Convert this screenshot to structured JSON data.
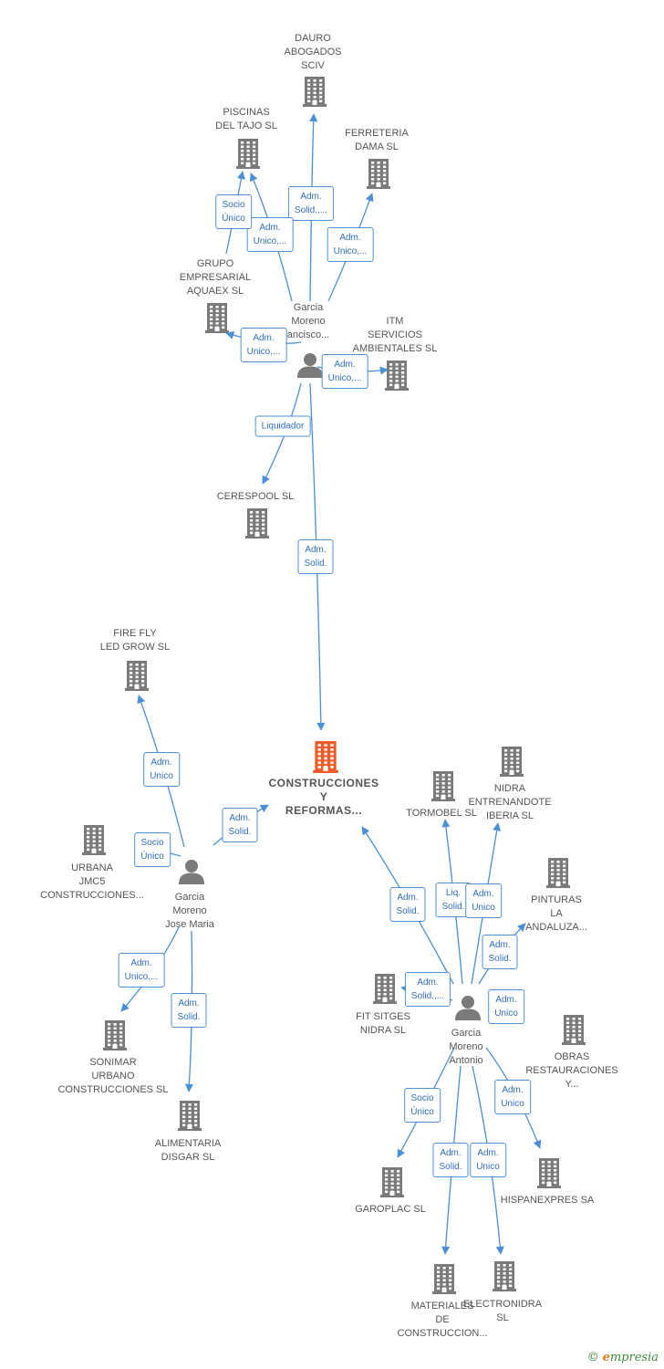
{
  "colors": {
    "edge": "#4a90d9",
    "company": "#7a7a7a",
    "focus": "#f05a28",
    "person": "#7a7a7a"
  },
  "nodes": [
    {
      "id": "dauro",
      "type": "company",
      "label": "DAURO\nABOGADOS\nSCIV"
    },
    {
      "id": "piscinas",
      "type": "company",
      "label": "PISCINAS\nDEL TAJO  SL"
    },
    {
      "id": "ferreteria",
      "type": "company",
      "label": "FERRETERIA\nDAMA  SL"
    },
    {
      "id": "aquaex",
      "type": "company",
      "label": "GRUPO\nEMPRESARIAL\nAQUAEX  SL"
    },
    {
      "id": "garcia_fr",
      "type": "person",
      "label": "Garcia\nMoreno\nancisco..."
    },
    {
      "id": "itm",
      "type": "company",
      "label": "ITM\nSERVICIOS\nAMBIENTALES SL"
    },
    {
      "id": "cerespool",
      "type": "company",
      "label": "CERESPOOL SL"
    },
    {
      "id": "firefly",
      "type": "company",
      "label": "FIRE FLY\nLED GROW  SL"
    },
    {
      "id": "construcciones",
      "type": "focus",
      "label": "CONSTRUCCIONES\nY\nREFORMAS..."
    },
    {
      "id": "urbana",
      "type": "company",
      "label": "URBANA\nJMC5\nCONSTRUCCIONES..."
    },
    {
      "id": "garcia_jm",
      "type": "person",
      "label": "Garcia\nMoreno\nJose Maria"
    },
    {
      "id": "sonimar",
      "type": "company",
      "label": "SONIMAR\nURBANO\nCONSTRUCCIONES SL"
    },
    {
      "id": "alimentaria",
      "type": "company",
      "label": "ALIMENTARIA\nDISGAR  SL"
    },
    {
      "id": "tormobel",
      "type": "company",
      "label": "TORMOBEL  SL"
    },
    {
      "id": "nidra_ib",
      "type": "company",
      "label": "NIDRA\nENTRENANDOTE\nIBERIA  SL"
    },
    {
      "id": "pinturas",
      "type": "company",
      "label": "PINTURAS\nLA\nANDALUZA..."
    },
    {
      "id": "fit",
      "type": "company",
      "label": "FIT SITGES\nNIDRA  SL"
    },
    {
      "id": "garcia_an",
      "type": "person",
      "label": "Garcia\nMoreno\nAntonio"
    },
    {
      "id": "obras",
      "type": "company",
      "label": "OBRAS\nRESTAURACIONES\nY..."
    },
    {
      "id": "garoplac",
      "type": "company",
      "label": "GAROPLAC SL"
    },
    {
      "id": "hispanexpres",
      "type": "company",
      "label": "HISPANEXPRES SA"
    },
    {
      "id": "materiales",
      "type": "company",
      "label": "MATERIALES\nDE\nCONSTRUCCION..."
    },
    {
      "id": "electronidra",
      "type": "company",
      "label": "ELECTRONIDRA\nSL"
    }
  ],
  "edges": [
    {
      "from": "garcia_fr",
      "to": "dauro",
      "label": "Adm.\nSolid.,..."
    },
    {
      "from": "garcia_fr",
      "to": "piscinas",
      "label": "Adm.\nUnico,..."
    },
    {
      "from": "aquaex",
      "to": "piscinas",
      "label": "Socio\nÚnico"
    },
    {
      "from": "garcia_fr",
      "to": "ferreteria",
      "label": "Adm.\nUnico,..."
    },
    {
      "from": "garcia_fr",
      "to": "aquaex",
      "label": "Adm.\nUnico,..."
    },
    {
      "from": "garcia_fr",
      "to": "itm",
      "label": "Adm.\nUnico,..."
    },
    {
      "from": "garcia_fr",
      "to": "cerespool",
      "label": "Liquidador"
    },
    {
      "from": "garcia_fr",
      "to": "construcciones",
      "label": "Adm.\nSolid."
    },
    {
      "from": "garcia_jm",
      "to": "firefly",
      "label": "Adm.\nUnico"
    },
    {
      "from": "garcia_jm",
      "to": "construcciones",
      "label": "Adm.\nSolid."
    },
    {
      "from": "garcia_jm",
      "to": "urbana",
      "label": "Socio\nÚnico"
    },
    {
      "from": "garcia_jm",
      "to": "sonimar",
      "label": "Adm.\nUnico,..."
    },
    {
      "from": "garcia_jm",
      "to": "alimentaria",
      "label": "Adm.\nSolid."
    },
    {
      "from": "garcia_an",
      "to": "construcciones",
      "label": "Adm.\nSolid."
    },
    {
      "from": "garcia_an",
      "to": "tormobel",
      "label": "Liq.\nSolid."
    },
    {
      "from": "garcia_an",
      "to": "nidra_ib",
      "label": "Adm.\nUnico"
    },
    {
      "from": "garcia_an",
      "to": "pinturas",
      "label": "Adm.\nSolid."
    },
    {
      "from": "garcia_an",
      "to": "fit",
      "label": "Adm.\nSolid.,..."
    },
    {
      "from": "garcia_an",
      "to": "obras",
      "label": "Adm.\nUnico"
    },
    {
      "from": "garcia_an",
      "to": "hispanexpres",
      "label": "Adm.\nUnico"
    },
    {
      "from": "garcia_an",
      "to": "garoplac",
      "label": "Socio\nÚnico"
    },
    {
      "from": "garcia_an",
      "to": "materiales",
      "label": "Adm.\nSolid."
    },
    {
      "from": "garcia_an",
      "to": "electronidra",
      "label": "Adm.\nUnico"
    }
  ],
  "footer": {
    "copyright": "©",
    "brand_initial": "e",
    "brand_rest": "mpresia"
  }
}
